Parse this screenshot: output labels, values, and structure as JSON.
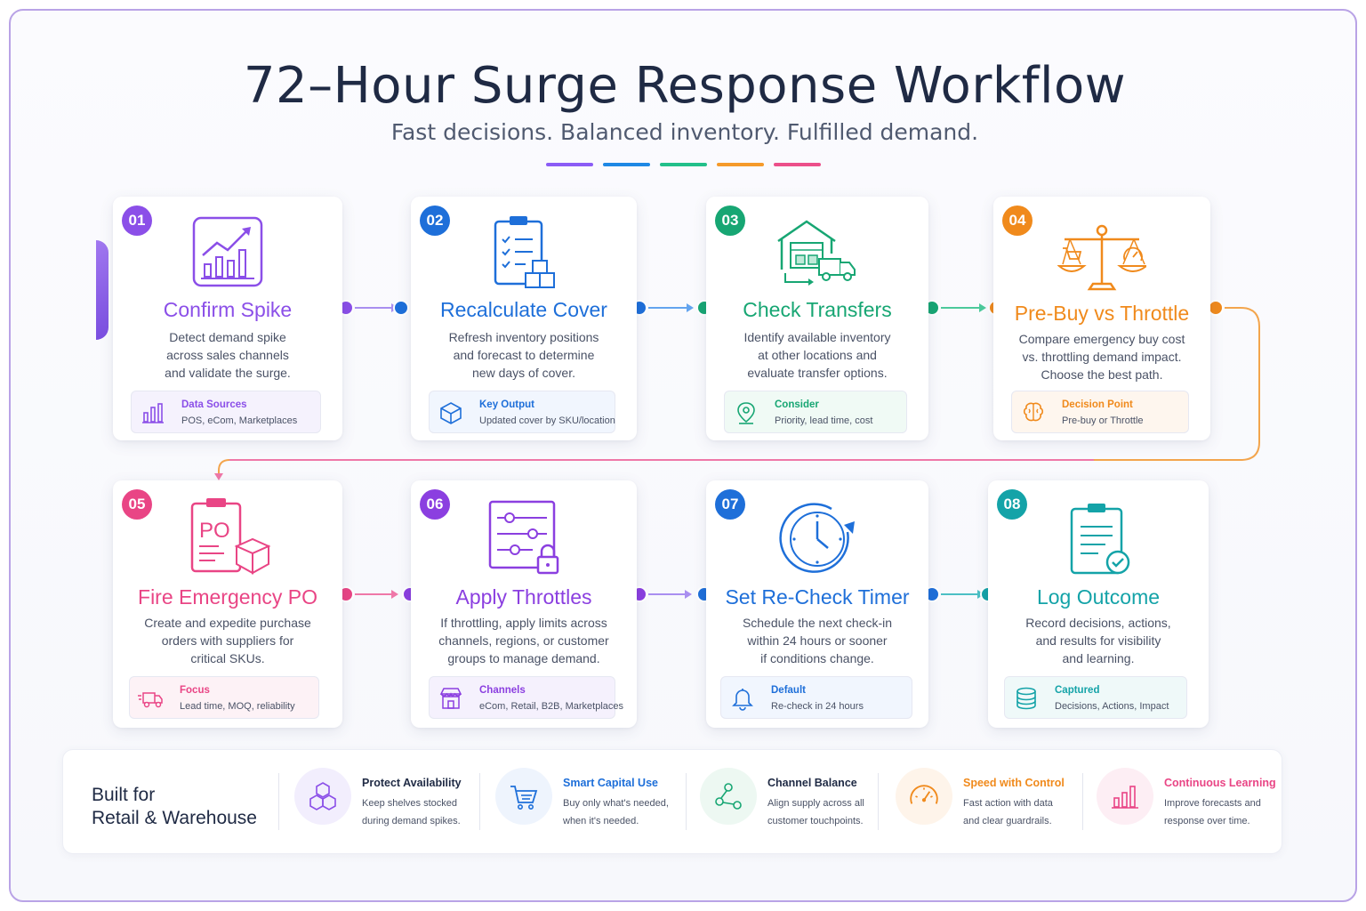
{
  "header": {
    "title": "72–Hour Surge Response Workflow",
    "subtitle": "Fast decisions. Balanced inventory. Fulfilled demand.",
    "accent_colors": [
      "#8b5cf6",
      "#1e88e5",
      "#22c08a",
      "#f59a2a",
      "#ec4f8a"
    ]
  },
  "steps": [
    {
      "num": "01",
      "title": "Confirm Spike",
      "desc": [
        "Detect demand spike",
        "across sales channels",
        "and validate the surge."
      ],
      "info_label": "Data Sources",
      "info_value": "POS, eCom, Marketplaces",
      "color": "#8b4fe8",
      "icon": "chart-trend-icon",
      "info_icon": "bar-chart-icon"
    },
    {
      "num": "02",
      "title": "Recalculate Cover",
      "desc": [
        "Refresh inventory positions",
        "and forecast to determine",
        "new days of cover."
      ],
      "info_label": "Key Output",
      "info_value": "Updated cover by SKU/location",
      "color": "#1e6fd9",
      "icon": "clipboard-boxes-icon",
      "info_icon": "cube-icon"
    },
    {
      "num": "03",
      "title": "Check Transfers",
      "desc": [
        "Identify available inventory",
        "at other locations and",
        "evaluate transfer options."
      ],
      "info_label": "Consider",
      "info_value": "Priority, lead time, cost",
      "color": "#17a673",
      "icon": "warehouse-truck-icon",
      "info_icon": "location-pin-icon"
    },
    {
      "num": "04",
      "title": "Pre-Buy vs Throttle",
      "desc": [
        "Compare emergency buy cost",
        "vs. throttling demand impact.",
        "Choose the best path."
      ],
      "info_label": "Decision Point",
      "info_value": "Pre-buy or Throttle",
      "color": "#f08a1c",
      "icon": "balance-scale-icon",
      "info_icon": "brain-icon"
    },
    {
      "num": "05",
      "title": "Fire Emergency PO",
      "desc": [
        "Create and expedite purchase",
        "orders with suppliers for",
        "critical SKUs."
      ],
      "info_label": "Focus",
      "info_value": "Lead time, MOQ, reliability",
      "color": "#e94585",
      "icon": "po-clipboard-icon",
      "info_icon": "fast-truck-icon",
      "po_text": "PO"
    },
    {
      "num": "06",
      "title": "Apply Throttles",
      "desc": [
        "If throttling, apply limits across",
        "channels, regions, or customer",
        "groups to manage demand."
      ],
      "info_label": "Channels",
      "info_value": "eCom, Retail, B2B, Marketplaces",
      "color": "#8b3fe0",
      "icon": "sliders-lock-icon",
      "info_icon": "storefront-icon"
    },
    {
      "num": "07",
      "title": "Set Re-Check Timer",
      "desc": [
        "Schedule the next check-in",
        "within 24 hours or sooner",
        "if conditions change."
      ],
      "info_label": "Default",
      "info_value": "Re-check in 24 hours",
      "color": "#1e6fd9",
      "icon": "clock-refresh-icon",
      "info_icon": "bell-icon"
    },
    {
      "num": "08",
      "title": "Log Outcome",
      "desc": [
        "Record decisions, actions,",
        "and results for visibility",
        "and learning."
      ],
      "info_label": "Captured",
      "info_value": "Decisions, Actions, Impact",
      "color": "#14a3a8",
      "icon": "clipboard-check-icon",
      "info_icon": "database-icon"
    }
  ],
  "footer": {
    "title_line1": "Built for",
    "title_line2": "Retail & Warehouse",
    "items": [
      {
        "title": "Protect Availability",
        "line1": "Keep shelves stocked",
        "line2": "during demand spikes.",
        "color": "#1f2a44",
        "icon": "cubes-icon",
        "icon_color": "#8b4fe8"
      },
      {
        "title": "Smart Capital Use",
        "line1": "Buy only what's needed,",
        "line2": "when it's needed.",
        "color": "#1e6fd9",
        "icon": "cart-icon",
        "icon_color": "#1e6fd9"
      },
      {
        "title": "Channel Balance",
        "line1": "Align supply across all",
        "line2": "customer touchpoints.",
        "color": "#1f2a44",
        "icon": "network-icon",
        "icon_color": "#17a673"
      },
      {
        "title": "Speed with Control",
        "line1": "Fast action with data",
        "line2": "and clear guardrails.",
        "color": "#f08a1c",
        "icon": "speedometer-icon",
        "icon_color": "#f08a1c"
      },
      {
        "title": "Continuous Learning",
        "line1": "Improve forecasts and",
        "line2": "response over time.",
        "color": "#e94585",
        "icon": "bar-growth-icon",
        "icon_color": "#e94585"
      }
    ]
  }
}
